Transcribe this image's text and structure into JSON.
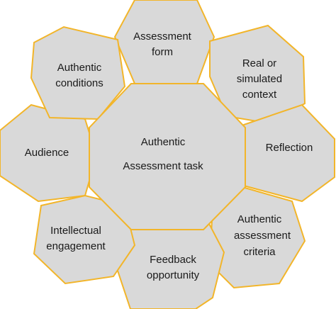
{
  "diagram": {
    "center": {
      "line1": "Authentic",
      "line2": "Assessment task"
    },
    "nodes": {
      "assessment_form": {
        "line1": "Assessment",
        "line2": "form"
      },
      "real_context": {
        "line1": "Real or",
        "line2": "simulated",
        "line3": "context"
      },
      "reflection": {
        "line1": "Reflection"
      },
      "criteria": {
        "line1": "Authentic",
        "line2": "assessment",
        "line3": "criteria"
      },
      "feedback": {
        "line1": "Feedback",
        "line2": "opportunity"
      },
      "engagement": {
        "line1": "Intellectual",
        "line2": "engagement"
      },
      "audience": {
        "line1": "Audience"
      },
      "conditions": {
        "line1": "Authentic",
        "line2": "conditions"
      }
    },
    "colors": {
      "fill": "#d9d9d9",
      "stroke": "#f2b52a",
      "text": "#1a1a1a"
    }
  }
}
